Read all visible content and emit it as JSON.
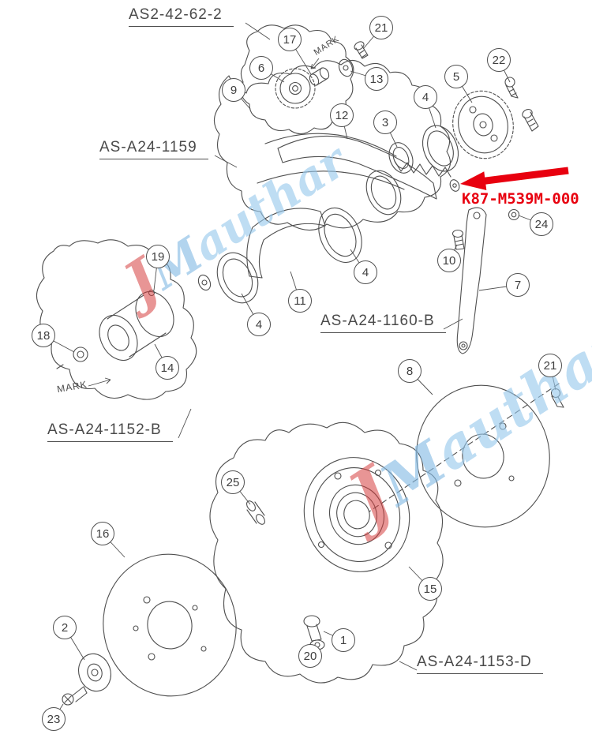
{
  "diagram_type": "exploded-parts-diagram",
  "balloons": [
    {
      "label": "21"
    },
    {
      "label": "17"
    },
    {
      "label": "6"
    },
    {
      "label": "13"
    },
    {
      "label": "9"
    },
    {
      "label": "22"
    },
    {
      "label": "5"
    },
    {
      "label": "4"
    },
    {
      "label": "12"
    },
    {
      "label": "3"
    },
    {
      "label": "24"
    },
    {
      "label": "10"
    },
    {
      "label": "4"
    },
    {
      "label": "19"
    },
    {
      "label": "11"
    },
    {
      "label": "4"
    },
    {
      "label": "7"
    },
    {
      "label": "18"
    },
    {
      "label": "14"
    },
    {
      "label": "8"
    },
    {
      "label": "21"
    },
    {
      "label": "25"
    },
    {
      "label": "16"
    },
    {
      "label": "15"
    },
    {
      "label": "2"
    },
    {
      "label": "1"
    },
    {
      "label": "20"
    },
    {
      "label": "23"
    }
  ],
  "part_labels": [
    {
      "text": "AS2-42-62-2"
    },
    {
      "text": "AS-A24-1159"
    },
    {
      "text": "AS-A24-1160-B"
    },
    {
      "text": "AS-A24-1152-B"
    },
    {
      "text": "AS-A24-1153-D"
    }
  ],
  "highlight": {
    "part_number": "K87-M539M-000"
  },
  "marks": {
    "top": "MARK",
    "left": "MARK"
  },
  "watermark": {
    "logo_j": "J",
    "logo_m": "M",
    "script": "authar"
  },
  "colors": {
    "line": "#4f4f4f",
    "highlight_red": "#e8000f",
    "watermark_blue": "#9cc7e6"
  }
}
